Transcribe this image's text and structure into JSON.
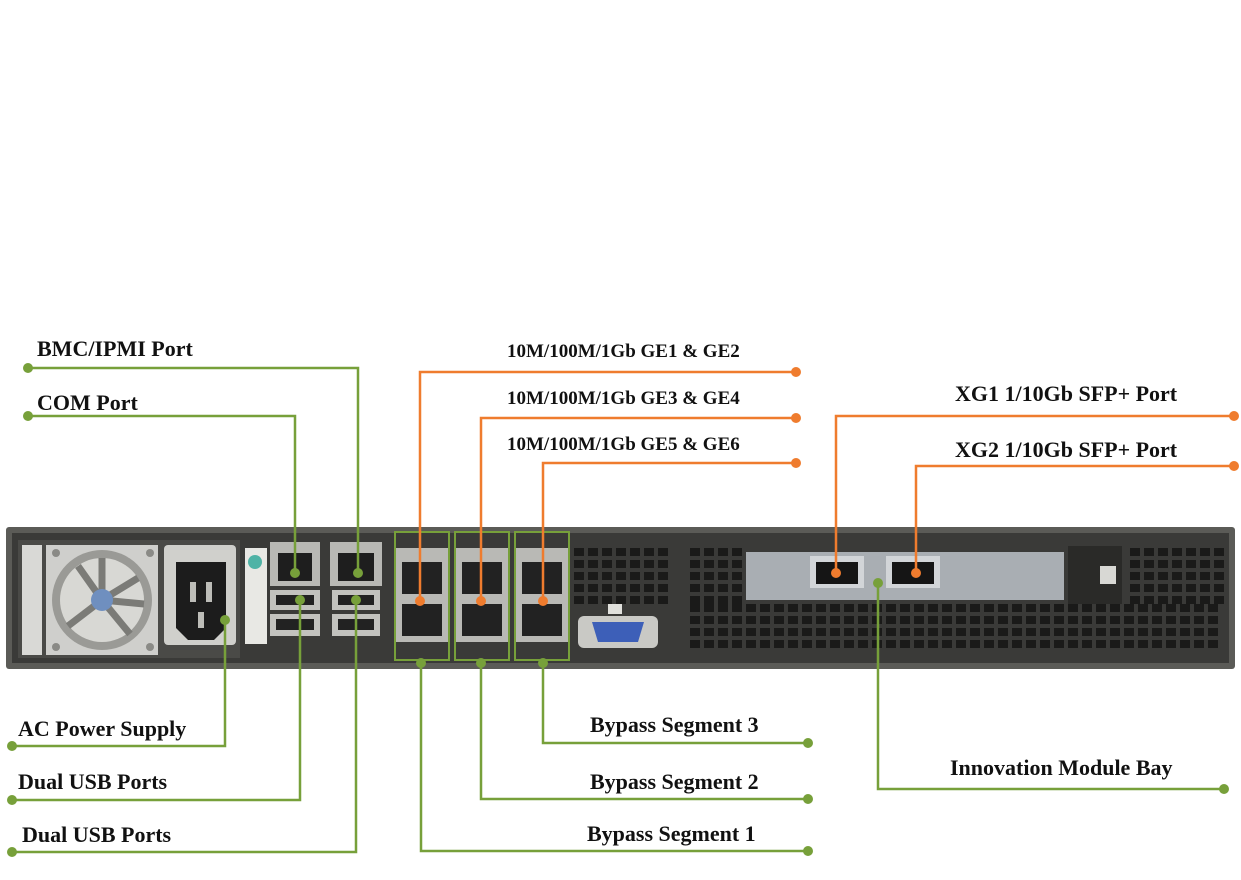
{
  "labels": {
    "bmc": "BMC/IPMI Port",
    "com": "COM Port",
    "ge12": "10M/100M/1Gb GE1 & GE2",
    "ge34": "10M/100M/1Gb GE3 & GE4",
    "ge56": "10M/100M/1Gb GE5 & GE6",
    "xg1": "XG1 1/10Gb SFP+ Port",
    "xg2": "XG2 1/10Gb SFP+ Port",
    "ac": "AC Power Supply",
    "usb1": "Dual USB Ports",
    "usb2": "Dual USB Ports",
    "seg3": "Bypass Segment 3",
    "seg2": "Bypass Segment 2",
    "seg1": "Bypass Segment 1",
    "innovation": "Innovation Module Bay"
  },
  "colors": {
    "green_callout": "#77a03a",
    "orange_callout": "#ef7c2e",
    "chassis": "#3c3c3a",
    "chassis_edge": "#5a5a56",
    "vga": "#3d5fb8"
  }
}
